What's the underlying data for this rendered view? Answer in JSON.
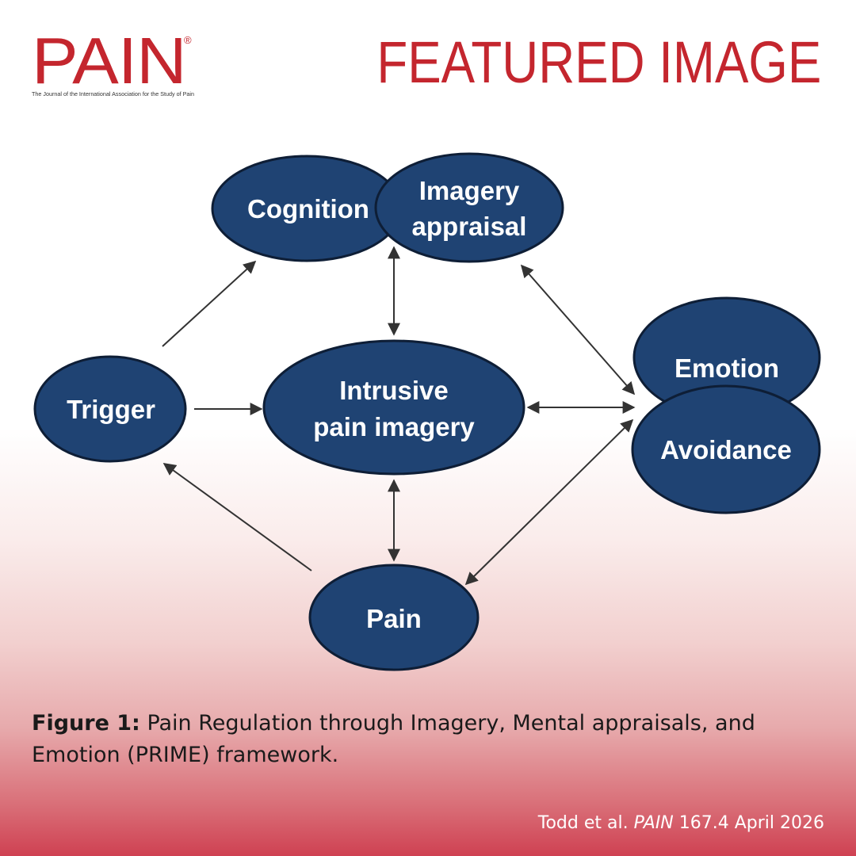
{
  "header": {
    "logo_text": "PAIN",
    "logo_registered": "®",
    "logo_tagline": "The Journal of the International Association for the Study of Pain",
    "featured_label": "FEATURED IMAGE"
  },
  "colors": {
    "brand_red": "#c4262e",
    "node_fill": "#1f4373",
    "node_stroke": "#0e1e36",
    "arrow": "#333333"
  },
  "diagram": {
    "nodes": {
      "cognition": "Cognition",
      "imagery_appraisal": [
        "Imagery",
        "appraisal"
      ],
      "trigger": "Trigger",
      "intrusive_pain_imagery": [
        "Intrusive",
        "pain imagery"
      ],
      "emotion": "Emotion",
      "avoidance": "Avoidance",
      "pain": "Pain"
    }
  },
  "caption": {
    "label": "Figure 1:",
    "text": " Pain Regulation through Imagery, Mental appraisals, and Emotion (PRIME) framework."
  },
  "citation": {
    "authors": "Todd et al. ",
    "journal": "PAIN",
    "details": " 167.4 April 2026"
  }
}
